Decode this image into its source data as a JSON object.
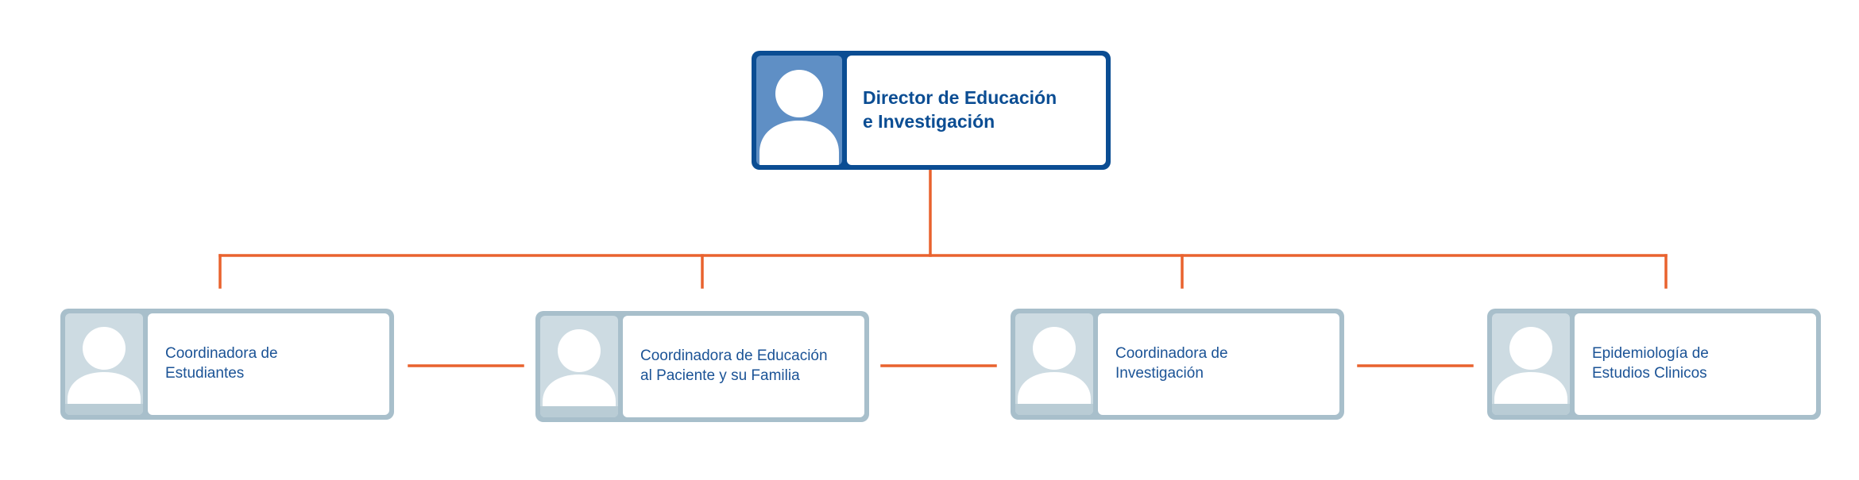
{
  "colors": {
    "connector": "#e9622e",
    "director_frame": "#0b4d93",
    "director_photo_bg": "#5f8fc5",
    "coord_frame": "#a8bfcb",
    "coord_photo_bg": "#cddbe2",
    "label_text": "#1b5396"
  },
  "director": {
    "title": "Director de Educación\ne Investigación",
    "icon": "person-silhouette-icon"
  },
  "coordinators": [
    {
      "title": "Coordinadora de\nEstudiantes",
      "icon": "person-silhouette-icon"
    },
    {
      "title": "Coordinadora de Educación\nal Paciente y su Familia",
      "icon": "person-silhouette-icon"
    },
    {
      "title": "Coordinadora de\nInvestigación",
      "icon": "person-silhouette-icon"
    },
    {
      "title": "Epidemiología de\nEstudios Clinicos",
      "icon": "person-silhouette-icon"
    }
  ]
}
